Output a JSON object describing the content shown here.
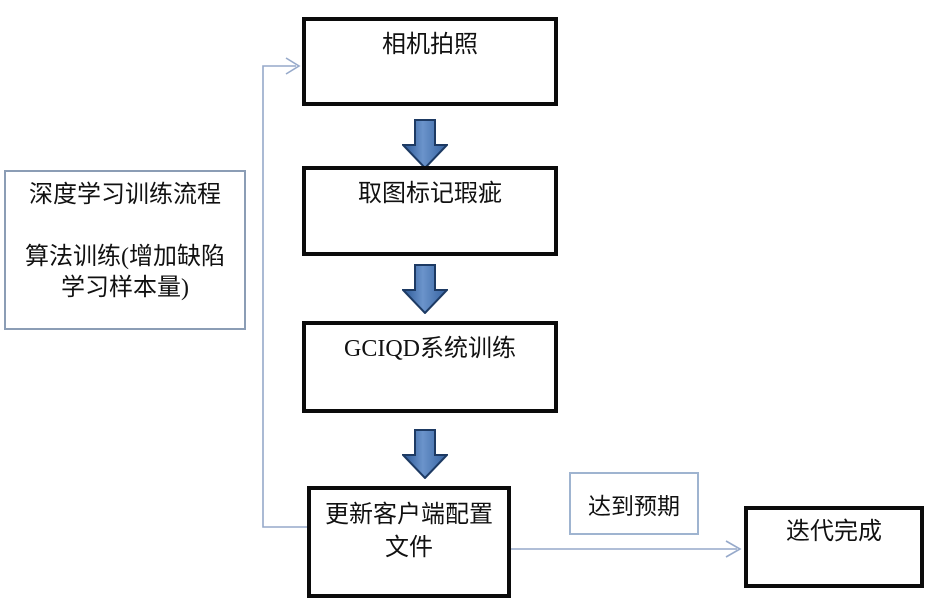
{
  "diagram": {
    "note_box": {
      "line1": "深度学习训练流程",
      "line2": "算法训练(增加缺陷",
      "line3": "学习样本量)"
    },
    "steps": {
      "step1": "相机拍照",
      "step2": "取图标记瑕疵",
      "step3": "GCIQD系统训练",
      "step4_line1": "更新客户端配置",
      "step4_line2": "文件"
    },
    "branch": {
      "condition_label": "达到预期",
      "end_label": "迭代完成"
    },
    "colors": {
      "step_border": "#0b0b0b",
      "note_border": "#8b9db5",
      "condition_border": "#9fb4d0",
      "connector_line": "#96a9ca",
      "block_arrow_dark": "#2a5694",
      "block_arrow_light": "#6b94cb",
      "block_arrow_border": "#1d3a63",
      "background": "#ffffff"
    }
  }
}
